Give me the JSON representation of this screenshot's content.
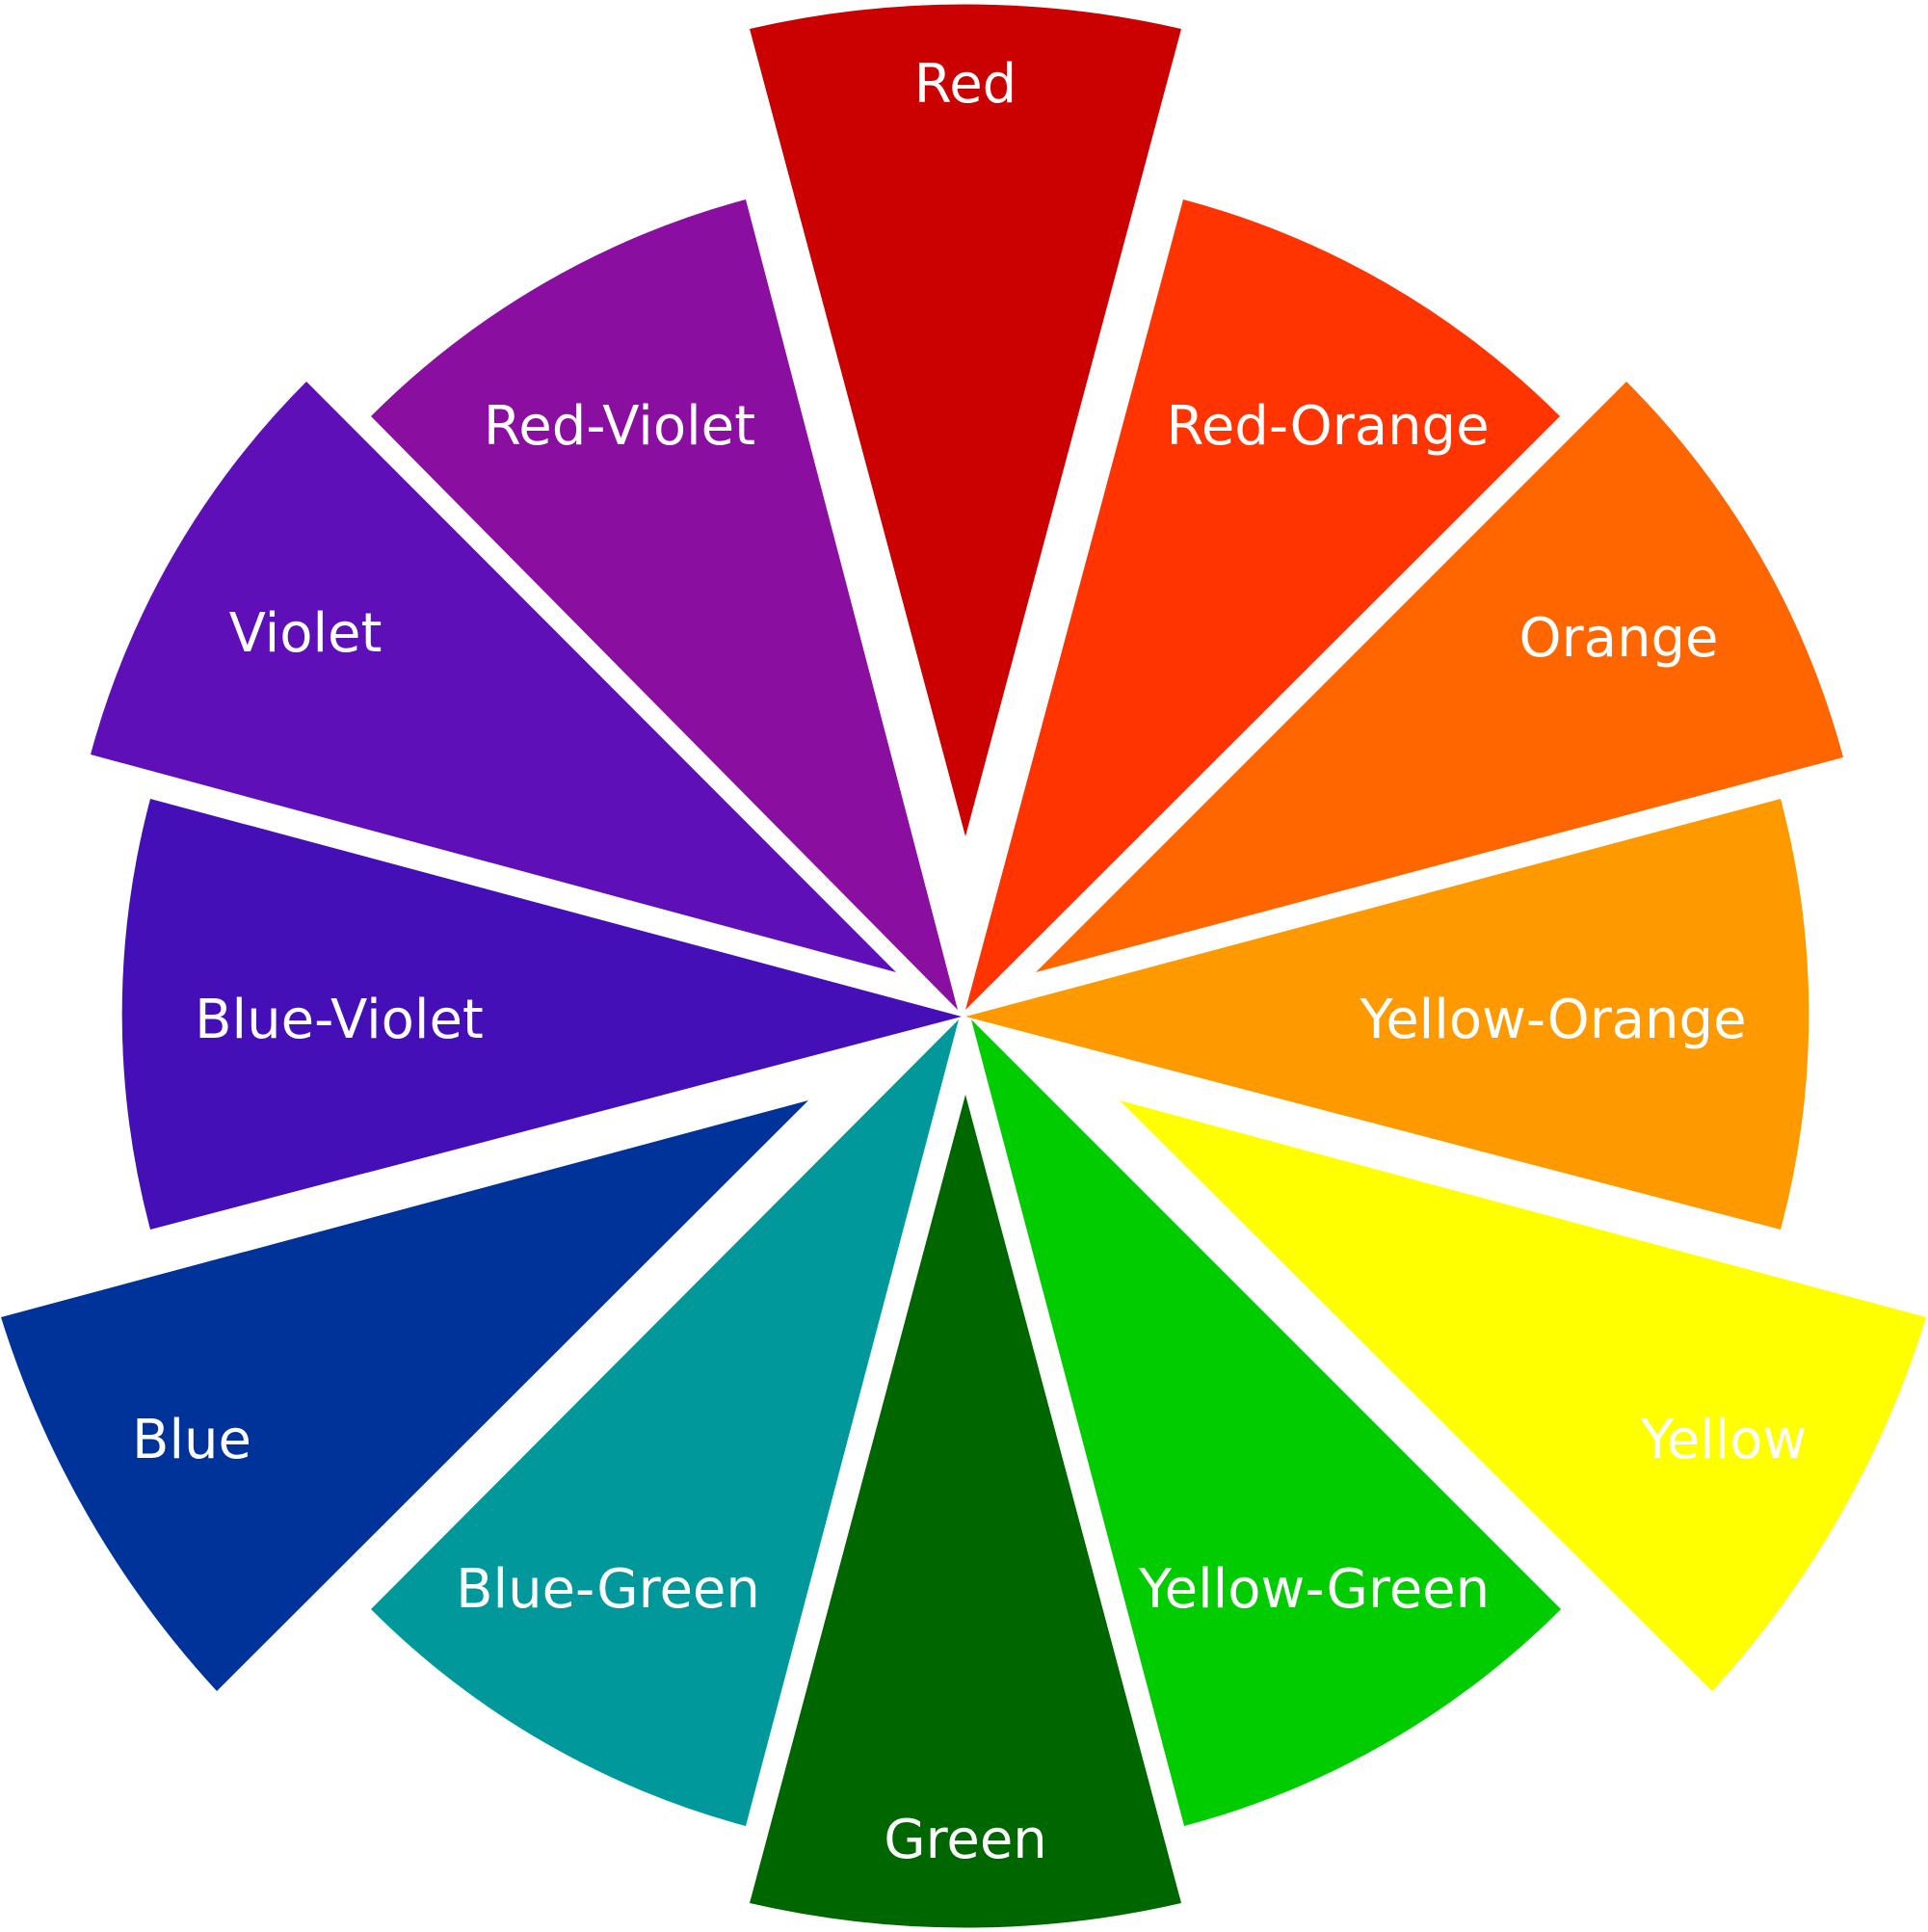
{
  "segments": [
    {
      "label": "Red",
      "color": "#cb0101"
    },
    {
      "label": "Red-Orange",
      "color": "#ff3400"
    },
    {
      "label": "Orange",
      "color": "#ff6600"
    },
    {
      "label": "Yellow-Orange",
      "color": "#fe9900"
    },
    {
      "label": "Yellow",
      "color": "#ffff00"
    },
    {
      "label": "Yellow-Green",
      "color": "#00cc00"
    },
    {
      "label": "Green",
      "color": "#006600"
    },
    {
      "label": "Blue-Green",
      "color": "#00989a"
    },
    {
      "label": "Blue",
      "color": "#003399"
    },
    {
      "label": "Blue-Violet",
      "color": "#450fb8"
    },
    {
      "label": "Violet",
      "color": "#5f0fb8"
    },
    {
      "label": "Red-Violet",
      "color": "#8a0ea0"
    }
  ]
}
